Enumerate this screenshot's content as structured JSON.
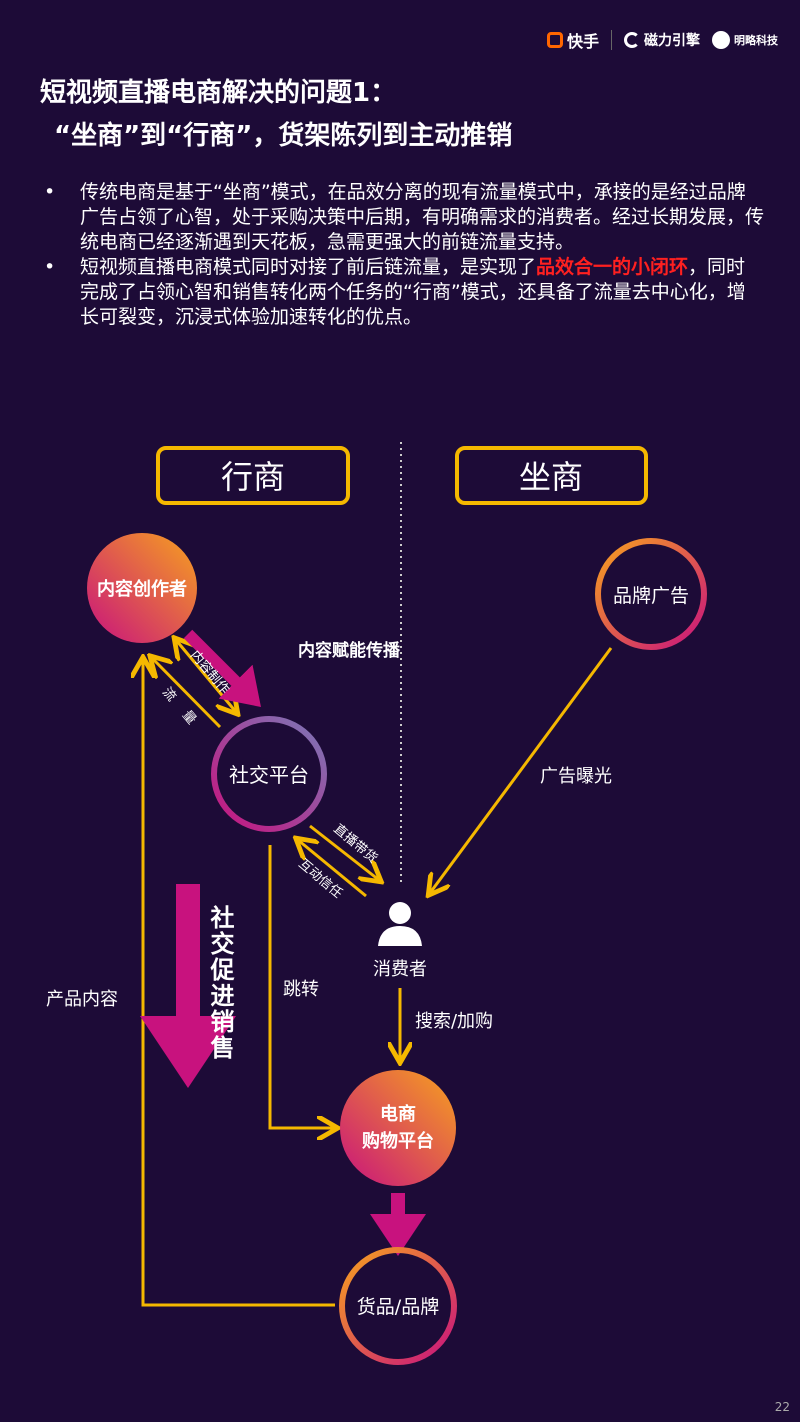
{
  "logos": {
    "kuaishou": "快手",
    "cili": "磁力引擎",
    "minglue": "明略科技"
  },
  "title": {
    "line1": "短视频直播电商解决的问题1：",
    "line2": "“坐商”到“行商”，货架陈列到主动推销"
  },
  "bullets": [
    {
      "text": "传统电商是基于“坐商”模式，在品效分离的现有流量模式中，承接的是经过品牌广告占领了心智，处于采购决策中后期，有明确需求的消费者。经过长期发展，传统电商已经逐渐遇到天花板，急需更强大的前链流量支持。"
    },
    {
      "pre": "短视频直播电商模式同时对接了前后链流量，是实现了",
      "highlight": "品效合一的小闭环",
      "post": "，同时完成了占领心智和销售转化两个任务的“行商”模式，还具备了流量去中心化，增长可裂变，沉浸式体验加速转化的优点。"
    }
  ],
  "diagram": {
    "xingshang": "行商",
    "zuoshang": "坐商",
    "creator": "内容创作者",
    "brand_ad": "品牌广告",
    "social": "社交平台",
    "consumer": "消费者",
    "ecommerce_1": "电商",
    "ecommerce_2": "购物平台",
    "goods": "货品/品牌",
    "content_empower": "内容赋能传播",
    "content_making": "内容制作",
    "traffic_1": "流",
    "traffic_2": "量",
    "live_selling": "直播带货",
    "interaction_trust": "互动信任",
    "ad_exposure": "广告曝光",
    "jump": "跳转",
    "search_cart": "搜索/加购",
    "product_content": "产品内容",
    "social_sales": "社交促进销售"
  },
  "colors": {
    "yellow": "#f5b800",
    "magenta": "#c8127e",
    "orange": "#f7931e"
  },
  "page_number": "22"
}
